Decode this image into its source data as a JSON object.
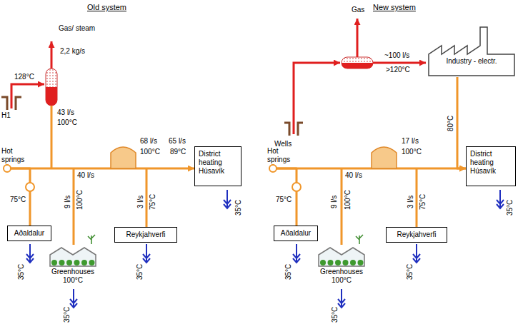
{
  "diagram": {
    "nodes": [
      {
        "text": [
          "Hot springs"
        ]
      },
      {
        "text": [
          "Aðaldalur"
        ]
      },
      {
        "text": [
          "Greenhouses 100°C"
        ]
      },
      {
        "text": [
          "Reykjahverfi"
        ]
      },
      {
        "text": [
          "District heating Húsavík"
        ]
      },
      {
        "text": [
          "Industry - electr."
        ]
      },
      {
        "text": [
          "Hot springs"
        ]
      },
      {
        "text": [
          "Aðaldalur"
        ]
      },
      {
        "text": [
          "Greenhouses 100°C"
        ]
      },
      {
        "text": [
          "Reykjahverfi"
        ]
      },
      {
        "text": [
          "District heating Húsavík"
        ]
      }
    ],
    "edges": [
      {
        "from": 0,
        "to": 1,
        "arrow": "none"
      },
      {
        "from": 0,
        "to": 4,
        "arrow": "to"
      },
      {
        "from": 6,
        "to": 7,
        "arrow": "none"
      },
      {
        "from": 6,
        "to": 10,
        "arrow": "to"
      },
      {
        "from": 5,
        "to": 10,
        "label": "80°C",
        "arrow": "to"
      }
    ],
    "labels": [
      "Old system",
      "Gas/ steam",
      "2,2 kg/s",
      "128°C",
      "H1",
      "43 l/s",
      "100°C",
      "40 l/s",
      "68 l/s",
      "100°C",
      "65 l/s",
      "89°C",
      "75°C",
      "9 l/s",
      "100°C",
      "3 l/s",
      "75°C",
      "35°C",
      "35°C",
      "35°C",
      "35°C",
      "New system",
      "Gas",
      "~100 l/s",
      ">120°C",
      "Wells",
      "40 l/s",
      "17 l/s",
      "100°C",
      "75°C",
      "9 l/s",
      "100°C",
      "3 l/s",
      "75°C",
      "35°C",
      "35°C",
      "35°C",
      "35°C"
    ]
  }
}
